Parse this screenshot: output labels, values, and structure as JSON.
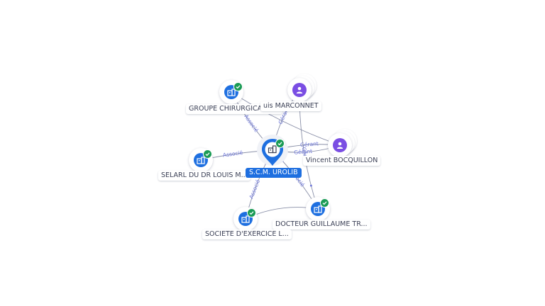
{
  "graph": {
    "colors": {
      "company": "#1e6fe0",
      "person": "#7a4ee3",
      "verified": "#1a9b55",
      "edge": "#8a90a8",
      "edge_label": "#6b74d8"
    },
    "nodes": {
      "center": {
        "label": "S.C.M. UROLIB",
        "type": "company",
        "icon": "building-icon",
        "verified": true
      },
      "groupe": {
        "label": "GROUPE CHIRURGICAL D...",
        "type": "company",
        "icon": "building-icon",
        "verified": true
      },
      "louis": {
        "label": "uis MARCONNET",
        "type": "person",
        "icon": "person-icon",
        "verified": false
      },
      "vincent": {
        "label": "Vincent BOCQUILLON",
        "type": "person",
        "icon": "person-icon",
        "verified": false
      },
      "selarl": {
        "label": "SELARL DU DR LOUIS M...",
        "type": "company",
        "icon": "building-icon",
        "verified": true
      },
      "societe": {
        "label": "SOCIETE D'EXERCICE L...",
        "type": "company",
        "icon": "building-icon",
        "verified": true
      },
      "docteur": {
        "label": "DOCTEUR GUILLAUME TR...",
        "type": "company",
        "icon": "building-icon",
        "verified": true
      }
    },
    "edges": [
      {
        "from": "groupe",
        "to": "center",
        "label": "Associé"
      },
      {
        "from": "louis",
        "to": "center",
        "label": "Gérant"
      },
      {
        "from": "vincent",
        "to": "center",
        "label": "Gérant"
      },
      {
        "from": "selarl",
        "to": "center",
        "label": "Associé"
      },
      {
        "from": "societe",
        "to": "center",
        "label": "Associé"
      },
      {
        "from": "docteur",
        "to": "center",
        "label": "Associé"
      },
      {
        "from": "vincent",
        "to": "center",
        "label": "Gérant"
      },
      {
        "from": "groupe",
        "to": "vincent",
        "label": ""
      },
      {
        "from": "societe",
        "to": "docteur",
        "label": ""
      },
      {
        "from": "louis",
        "to": "docteur",
        "label": "Gérant"
      }
    ]
  }
}
